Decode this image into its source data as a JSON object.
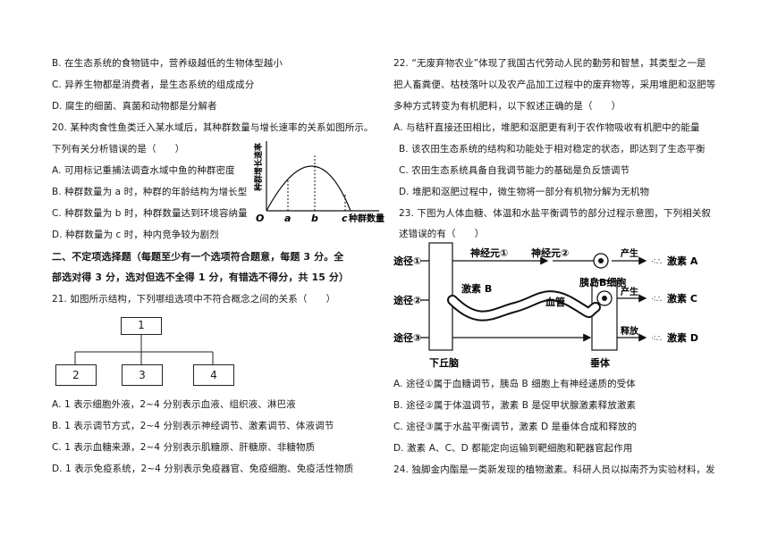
{
  "left": {
    "q19_b": "B. 在生态系统的食物链中，营养级越低的生物体型越小",
    "q19_c": "C. 异养生物都是消费者，是生态系统的组成成分",
    "q19_d": "D. 腐生的细菌、真菌和动物都是分解者",
    "q20_stem1": "20. 某种肉食性鱼类迁入某水域后，其种群数量与增长速率的关系如图所示。",
    "q20_stem2": "下列有关分析错误的是（　　）",
    "q20_a": "A. 可用标记重捕法调查水域中鱼的种群密度",
    "q20_b": "B. 种群数量为 a 时，种群的年龄结构为增长型",
    "q20_c": "C. 种群数量为 b 时，种群数量达到环境容纳量",
    "q20_d": "D. 种群数量为 c 时，种内竞争较为剧烈",
    "section2_line1": "二、不定项选择题（每题至少有一个选项符合题意，每题 3 分。全",
    "section2_line2": "部选对得 3 分，选对但选不全得 1 分，有错选不得分，共 15 分）",
    "q21_stem": "21. 如图所示结构，下列哪组选项中不符合概念之间的关系（　　）",
    "q21_a": "A. 1 表示细胞外液，2~4 分别表示血液、组织液、淋巴液",
    "q21_b": "B. 1 表示调节方式，2~4 分别表示神经调节、激素调节、体液调节",
    "q21_c": "C. 1 表示血糖来源，2~4 分别表示肌糖原、肝糖原、非糖物质",
    "q21_d": "D. 1 表示免疫系统，2~4 分别表示免疫器官、免疫细胞、免疫活性物质"
  },
  "graph": {
    "ylabel": "种群增长速率",
    "xlabel": "种群数量",
    "origin": "O",
    "ticks": [
      "a",
      "b",
      "c"
    ]
  },
  "tree": {
    "top": "1",
    "children": [
      "2",
      "3",
      "4"
    ]
  },
  "right": {
    "q22_stem1": "22. “无废弃物农业”体现了我国古代劳动人民的勤劳和智慧，其类型之一是",
    "q22_stem2": "把人畜粪便、枯枝落叶以及农产品加工过程中的废弃物等，采用堆肥和沤肥等",
    "q22_stem3": "多种方式转变为有机肥料，以下叙述正确的是（　　）",
    "q22_a": "A. 与秸秆直接还田相比，堆肥和沤肥更有利于农作物吸收有机肥中的能量",
    "q22_b": "B. 该农田生态系统的结构和功能处于相对稳定的状态，即达到了生态平衡",
    "q22_c": "C. 农田生态系统具备自我调节能力的基础是负反馈调节",
    "q22_d": "D. 堆肥和沤肥过程中，微生物将一部分有机物分解为无机物",
    "q23_stem1": "23. 下图为人体血糖、体温和水盐平衡调节的部分过程示意图，下列相关叙",
    "q23_stem2": "述错误的有（　　）",
    "q23_a": "A. 途径①属于血糖调节，胰岛 B 细胞上有神经递质的受体",
    "q23_b": "B. 途径②属于体温调节，激素 B 是促甲状腺激素释放激素",
    "q23_c": "C. 途径③属于水盐平衡调节，激素 D 是垂体合成和释放的",
    "q23_d": "D. 激素 A、C、D 都能定向运输到靶细胞和靶器官起作用",
    "q24_stem": "24. 独脚金内酯是一类新发现的植物激素。科研人员以拟南芥为实验材料，发"
  },
  "diagram": {
    "path1": "途径①",
    "path2": "途径②",
    "path3": "途径③",
    "neuron1": "神经元①",
    "neuron2": "神经元②",
    "hormone_b": "激素 B",
    "vessel": "血管",
    "islet": "胰岛B细胞",
    "produce1": "产生",
    "produce2": "产生",
    "release": "释放",
    "hormone_a": "激素 A",
    "hormone_c": "激素 C",
    "hormone_d": "激素 D",
    "hypothalamus": "下丘脑",
    "pituitary": "垂体"
  }
}
